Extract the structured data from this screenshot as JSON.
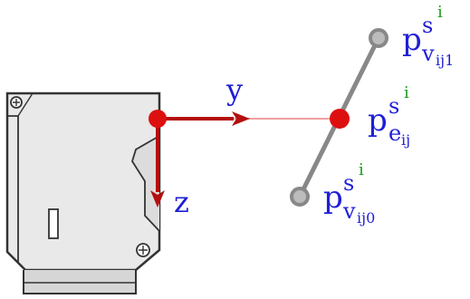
{
  "axes": {
    "y_label": "y",
    "z_label": "z"
  },
  "points": {
    "top": {
      "base": "p",
      "sup_s": "s",
      "sup_i": "i",
      "sub_main": "v",
      "sub_ij": "ij1"
    },
    "middle": {
      "base": "p",
      "sup_s": "s",
      "sup_i": "i",
      "sub_main": "e",
      "sub_ij": "ij"
    },
    "bottom": {
      "base": "p",
      "sup_s": "s",
      "sup_i": "i",
      "sub_main": "v",
      "sub_ij": "ij0"
    }
  },
  "colors": {
    "axis_red": "#b40e0e",
    "origin_red": "#dd1010",
    "ray_pink": "#f0a0a0",
    "segment_gray": "#888888",
    "label_blue": "#1f1fd6",
    "label_green": "#1a9e1a"
  }
}
